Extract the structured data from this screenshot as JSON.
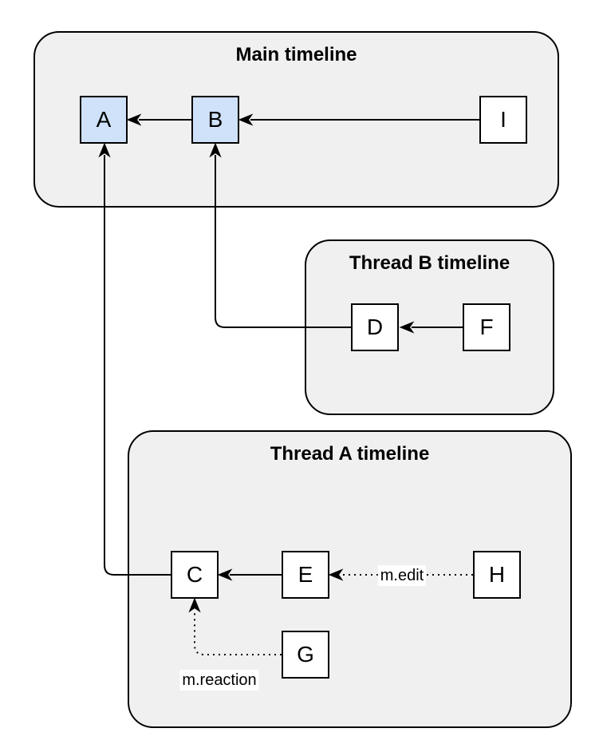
{
  "diagram": {
    "kind": "event-graph",
    "colors": {
      "background": "#ffffff",
      "container_fill": "#f0f0f0",
      "container_border": "#000000",
      "node_fill_default": "#ffffff",
      "node_fill_highlight": "#cfe2fa",
      "node_border": "#000000",
      "edge_color": "#000000",
      "edge_label_bg": "#ffffff",
      "text_color": "#000000"
    },
    "containers": [
      {
        "id": "main",
        "title": "Main timeline",
        "nodes": [
          "A",
          "B",
          "I"
        ]
      },
      {
        "id": "thread_b",
        "title": "Thread B timeline",
        "nodes": [
          "D",
          "F"
        ]
      },
      {
        "id": "thread_a",
        "title": "Thread A timeline",
        "nodes": [
          "C",
          "E",
          "H",
          "G"
        ]
      }
    ],
    "nodes": {
      "A": {
        "label": "A",
        "highlighted": true
      },
      "B": {
        "label": "B",
        "highlighted": true
      },
      "I": {
        "label": "I",
        "highlighted": false
      },
      "D": {
        "label": "D",
        "highlighted": false
      },
      "F": {
        "label": "F",
        "highlighted": false
      },
      "C": {
        "label": "C",
        "highlighted": false
      },
      "E": {
        "label": "E",
        "highlighted": false
      },
      "H": {
        "label": "H",
        "highlighted": false
      },
      "G": {
        "label": "G",
        "highlighted": false
      }
    },
    "edges": [
      {
        "from": "B",
        "to": "A",
        "style": "solid",
        "label": ""
      },
      {
        "from": "I",
        "to": "B",
        "style": "solid",
        "label": ""
      },
      {
        "from": "F",
        "to": "D",
        "style": "solid",
        "label": ""
      },
      {
        "from": "D",
        "to": "B",
        "style": "solid",
        "label": ""
      },
      {
        "from": "E",
        "to": "C",
        "style": "solid",
        "label": ""
      },
      {
        "from": "C",
        "to": "A",
        "style": "solid",
        "label": ""
      },
      {
        "from": "H",
        "to": "E",
        "style": "dotted",
        "label": "m.edit"
      },
      {
        "from": "G",
        "to": "C",
        "style": "dotted",
        "label": "m.reaction"
      }
    ]
  }
}
